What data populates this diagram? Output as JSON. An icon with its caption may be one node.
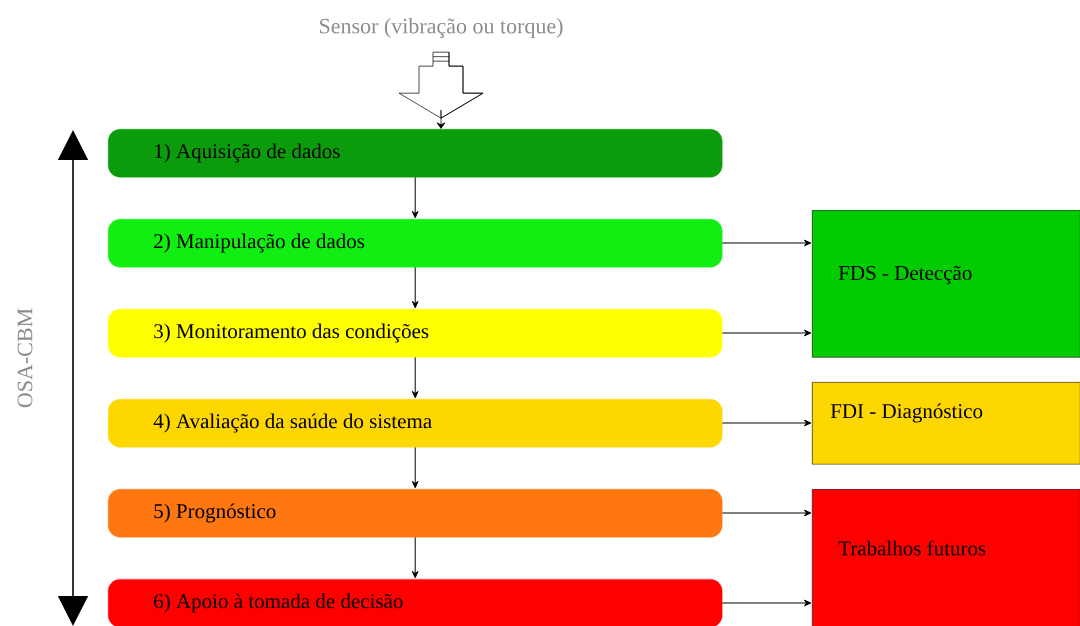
{
  "diagram": {
    "nodes": [
      {
        "text": [
          "Sensor (vibração ou torque)"
        ]
      },
      {
        "text": [
          "1) Aquisição de dados"
        ]
      },
      {
        "text": [
          "2) Manipulação de dados"
        ]
      },
      {
        "text": [
          "3) Monitoramento das condições"
        ]
      },
      {
        "text": [
          "4) Avaliação da saúde do sistema"
        ]
      },
      {
        "text": [
          "5) Prognóstico"
        ]
      },
      {
        "text": [
          "6) Apoio à tomada de decisão"
        ]
      },
      {
        "text": [
          "FDS - Detecção"
        ]
      },
      {
        "text": [
          "FDI - Diagnóstico"
        ]
      },
      {
        "text": [
          "Trabalhos futuros"
        ]
      }
    ],
    "edges": [
      {
        "from": 0,
        "to": 1,
        "arrow": "to"
      },
      {
        "from": 1,
        "to": 2,
        "arrow": "to"
      },
      {
        "from": 2,
        "to": 3,
        "arrow": "to"
      },
      {
        "from": 3,
        "to": 4,
        "arrow": "to"
      },
      {
        "from": 4,
        "to": 5,
        "arrow": "to"
      },
      {
        "from": 5,
        "to": 6,
        "arrow": "to"
      },
      {
        "from": 2,
        "to": 7,
        "arrow": "to"
      },
      {
        "from": 3,
        "to": 7,
        "arrow": "to"
      },
      {
        "from": 4,
        "to": 8,
        "arrow": "to"
      },
      {
        "from": 5,
        "to": 9,
        "arrow": "to"
      },
      {
        "from": 6,
        "to": 9,
        "arrow": "to"
      }
    ],
    "labels": [
      "OSA-CBM"
    ]
  }
}
